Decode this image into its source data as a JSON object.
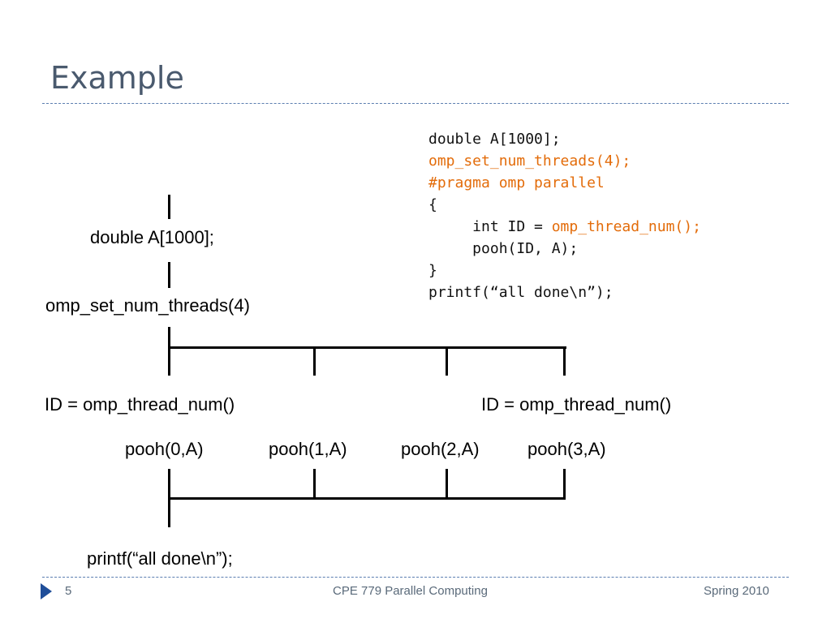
{
  "slide": {
    "title": "Example",
    "code_lines": [
      {
        "plain": "double A[1000];",
        "pre": "",
        "hl": "",
        "post": ""
      },
      {
        "plain": "",
        "pre": "",
        "hl": "omp_set_num_threads(4);",
        "post": ""
      },
      {
        "plain": "",
        "pre": "",
        "hl": "#pragma omp parallel",
        "post": ""
      },
      {
        "plain": "{",
        "pre": "",
        "hl": "",
        "post": ""
      },
      {
        "plain": "",
        "pre": "     int ID = ",
        "hl": "omp_thread_num();",
        "post": ""
      },
      {
        "plain": "     pooh(ID, A);",
        "pre": "",
        "hl": "",
        "post": ""
      },
      {
        "plain": "}",
        "pre": "",
        "hl": "",
        "post": ""
      },
      {
        "plain": "printf(“all done\\n”);",
        "pre": "",
        "hl": "",
        "post": ""
      }
    ],
    "diagram": {
      "label_declare": "double A[1000];",
      "label_set_threads": "omp_set_num_threads(4)",
      "label_id_left": "ID = omp_thread_num()",
      "label_id_right": "ID = omp_thread_num()",
      "pooh_calls": [
        "pooh(0,A)",
        "pooh(1,A)",
        "pooh(2,A)",
        "pooh(3,A)"
      ],
      "label_printf": "printf(“all done\\n”);"
    },
    "footer": {
      "page_number": "5",
      "course": "CPE 779 Parallel Computing",
      "term": "Spring 2010"
    },
    "colors": {
      "title": "#4a5a6e",
      "highlight_code": "#e36c0a",
      "rule": "#5b7eb0",
      "bullet": "#1f4e99"
    }
  }
}
